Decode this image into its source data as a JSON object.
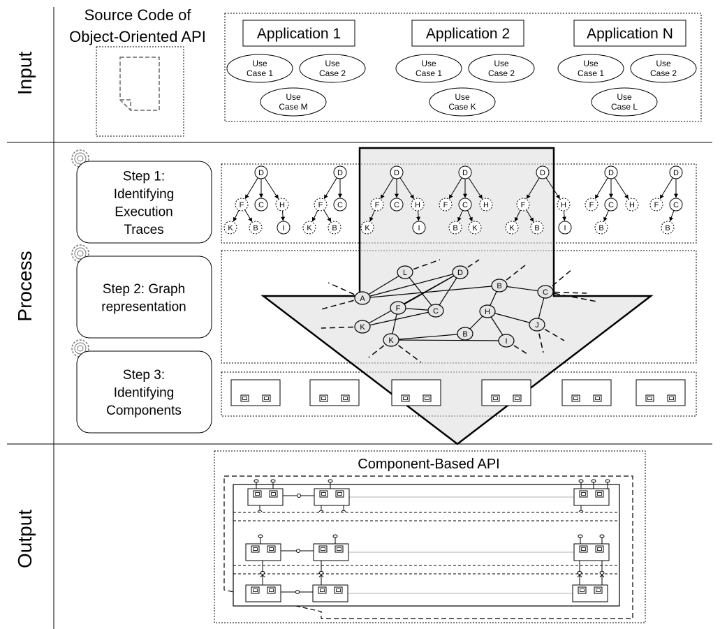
{
  "lanes": {
    "input": "Input",
    "process": "Process",
    "output": "Output"
  },
  "source_code": {
    "line1": "Source Code of",
    "line2": "Object-Oriented API"
  },
  "applications": [
    {
      "title": "Application 1",
      "use_cases": [
        [
          "Use",
          "Case 1"
        ],
        [
          "Use",
          "Case 2"
        ],
        [
          "Use",
          "Case M"
        ]
      ]
    },
    {
      "title": "Application 2",
      "use_cases": [
        [
          "Use",
          "Case 1"
        ],
        [
          "Use",
          "Case 2"
        ],
        [
          "Use",
          "Case K"
        ]
      ]
    },
    {
      "title": "Application N",
      "use_cases": [
        [
          "Use",
          "Case 1"
        ],
        [
          "Use",
          "Case 2"
        ],
        [
          "Use",
          "Case L"
        ]
      ]
    }
  ],
  "steps": [
    {
      "lines": [
        "Step 1:",
        "Identifying",
        "Execution",
        "Traces"
      ]
    },
    {
      "lines": [
        "Step 2: Graph",
        "representation"
      ]
    },
    {
      "lines": [
        "Step 3:",
        "Identifying",
        "Components"
      ]
    }
  ],
  "trees": [
    {
      "root": "D",
      "n1": "F",
      "n2": "C",
      "n3": "H",
      "c1": "K",
      "c2": "B",
      "c3": "I"
    },
    {
      "root": "D",
      "n1": "F",
      "n2": "C",
      "c1": "K",
      "c2": "B"
    },
    {
      "root": "D",
      "n1": "F",
      "n2": "C",
      "n3": "H",
      "c1": "K",
      "c3": "I"
    },
    {
      "root": "D",
      "n1": "F",
      "n2": "C",
      "n3": "H",
      "c1": "B",
      "c2": "K"
    },
    {
      "root": "D",
      "n1": "F",
      "n3": "H",
      "c1": "K",
      "c2": "B",
      "c3": "I"
    },
    {
      "root": "D",
      "n1": "F",
      "n2": "C",
      "n3": "H",
      "c1": "B"
    },
    {
      "root": "D",
      "n1": "F",
      "n2": "C",
      "c1": "B"
    }
  ],
  "graph_nodes": [
    "A",
    "L",
    "D",
    "B",
    "C",
    "F",
    "C",
    "H",
    "K",
    "J",
    "B",
    "K",
    "I"
  ],
  "output": {
    "title": "Component-Based API"
  }
}
